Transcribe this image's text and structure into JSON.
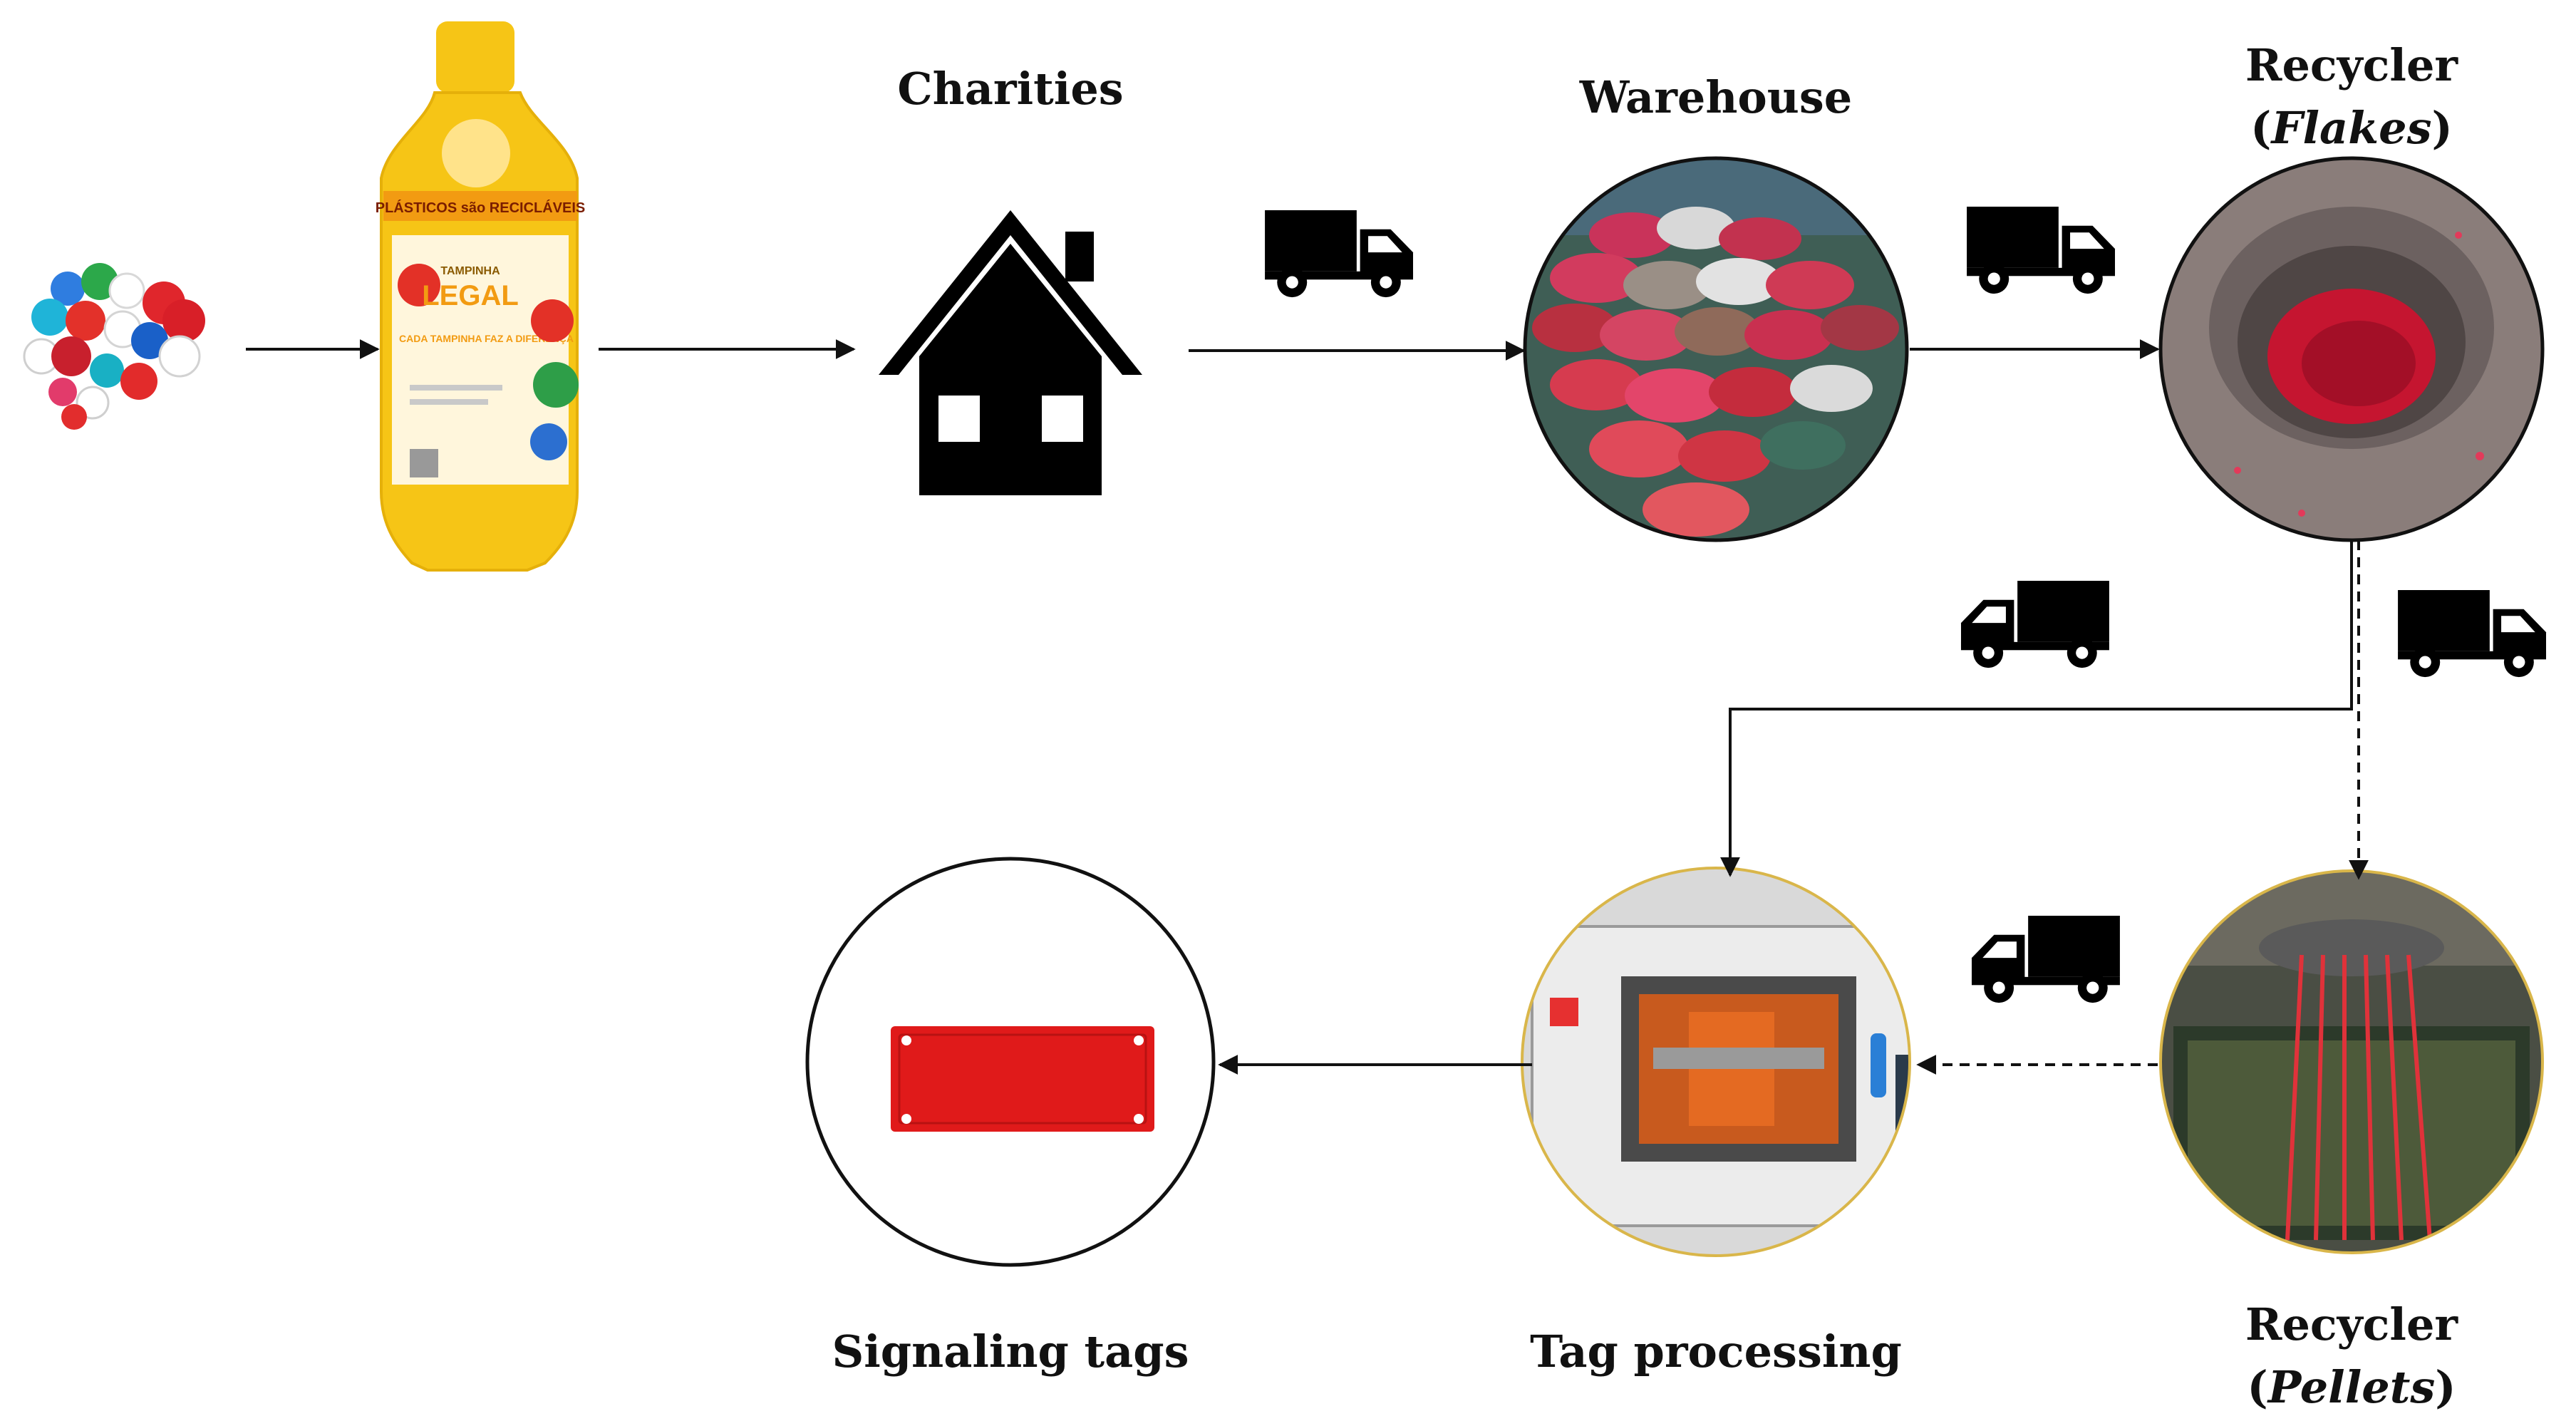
{
  "nodes": {
    "charities": {
      "label": "Charities"
    },
    "warehouse": {
      "label": "Warehouse"
    },
    "recycler_flakes": {
      "label_line1": "Recycler",
      "label_open": "(",
      "label_product": "Flakes",
      "label_close": ")"
    },
    "recycler_pellets": {
      "label_line1": "Recycler",
      "label_open": "(",
      "label_product": "Pellets",
      "label_close": ")"
    },
    "tag_processing": {
      "label": "Tag processing"
    },
    "signaling_tags": {
      "label": "Signaling tags"
    }
  },
  "collection_bottle": {
    "cap_text": "PLÁSTICOS são RECICLÁVEIS",
    "brand_top": "TAMPINHA",
    "brand_main": "LEGAL",
    "slogan": "CADA TAMPINHA FAZ A DIFERENÇA"
  },
  "colors": {
    "arrow": "#111111",
    "icon": "#000000",
    "bottle_yellow": "#f6c516",
    "tag_red": "#e01a1a",
    "recycled_red": "#c51530"
  }
}
